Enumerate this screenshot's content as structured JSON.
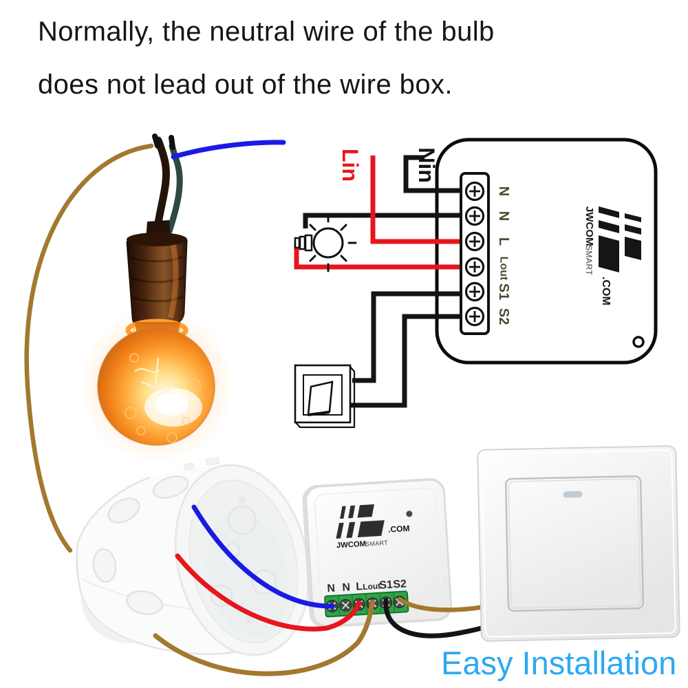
{
  "header": {
    "line1": "Normally, the neutral wire of the bulb",
    "line2": "does not lead out of the wire box."
  },
  "diagram": {
    "live_in_label": "Lin",
    "neutral_in_label": "Nin",
    "terminals": [
      "N",
      "N",
      "L",
      "Lout",
      "S1",
      "S2"
    ]
  },
  "brand": {
    "name": "JWCOM",
    "suffix": ".COM",
    "tagline": "SMART"
  },
  "module_photo": {
    "terminals": [
      "N",
      "N",
      "L",
      "Lout",
      "S1",
      "S2"
    ]
  },
  "footer": {
    "caption": "Easy Installation"
  },
  "palette": {
    "live_wire_red": "#e8151b",
    "neutral_wire_blue": "#1a1ae6",
    "ground_wire_brown": "#a3782f",
    "switch_wire_black": "#141414",
    "caption_blue": "#2da9f1",
    "terminal_block_green": "#2fa348"
  }
}
